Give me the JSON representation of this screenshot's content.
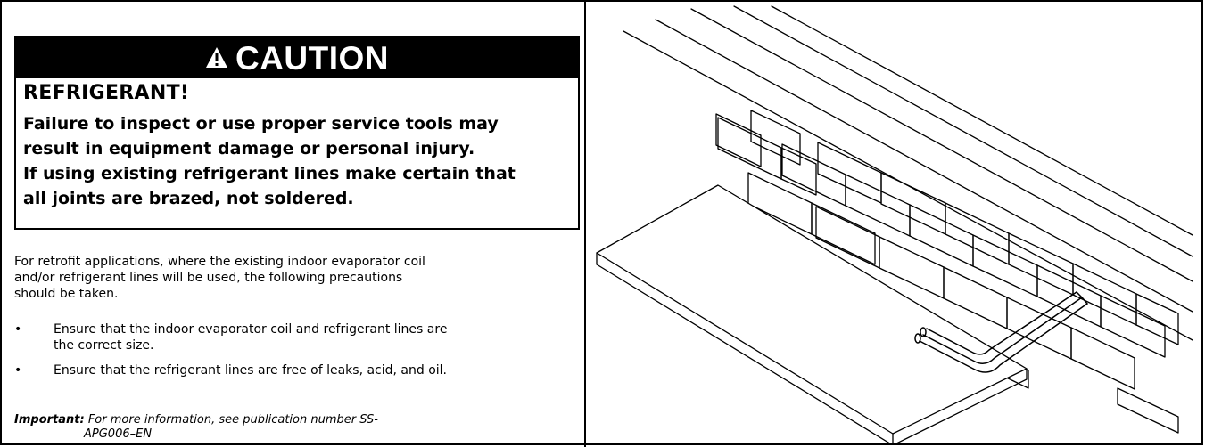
{
  "caution": {
    "header": "CAUTION",
    "icon": "warning-triangle-icon",
    "hazard": "REFRIGERANT!",
    "line1": "Failure to inspect or use proper service tools may",
    "line2": "result in equipment damage or personal injury.",
    "line3": "If using existing refrigerant lines make certain that",
    "line4": "all joints are brazed, not soldered."
  },
  "body": {
    "para_line1": "For retrofit applications, where the existing indoor evaporator coil",
    "para_line2": "and/or refrigerant lines will be used, the following precautions",
    "para_line3": "should be taken.",
    "bullet_symbol": "•",
    "bullets": [
      {
        "line1": "Ensure that the indoor evaporator coil and refrigerant lines are",
        "line2": "the correct size."
      },
      {
        "line1": "Ensure that the refrigerant lines are free of leaks, acid, and oil.",
        "line2": ""
      }
    ]
  },
  "important": {
    "label": "Important:",
    "text_line1": "For more information, see publication number SS-",
    "text_line2": "APG006–EN"
  },
  "figure": {
    "subject": "refrigerant line passing through brick wall over slab illustration"
  }
}
